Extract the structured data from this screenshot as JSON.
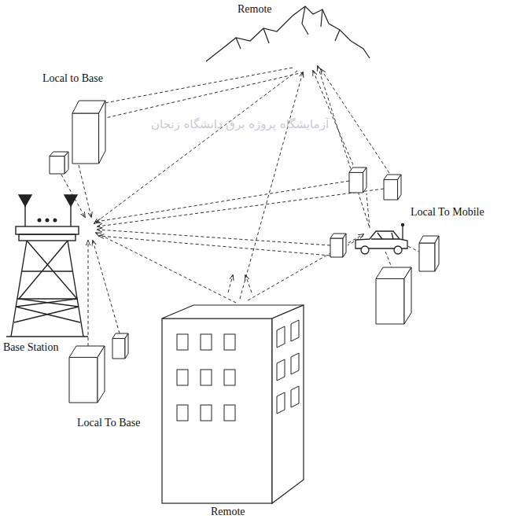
{
  "diagram": {
    "labels": [
      "Remote",
      "Local to Base",
      "Local To Mobile",
      "Base Station",
      "Local To Base",
      "Remote",
      "آزمایشگاه پروژه برق دانشگاه زنجان"
    ]
  }
}
